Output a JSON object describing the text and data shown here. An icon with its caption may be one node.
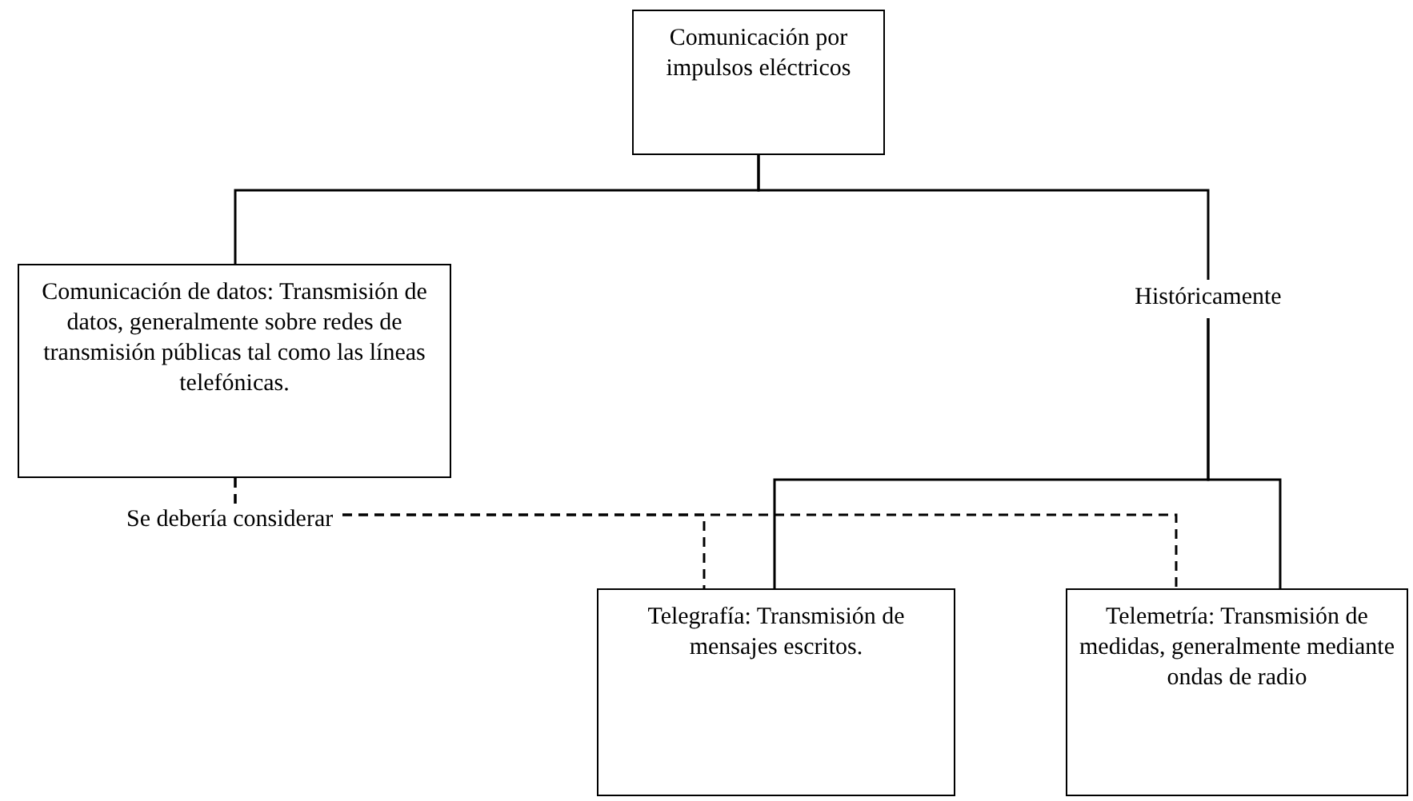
{
  "diagram": {
    "nodes": [
      {
        "text": [
          "Comunicación por impulsos eléctricos"
        ]
      },
      {
        "text": [
          "Comunicación de datos: Transmisión de datos, generalmente sobre redes de transmisión públicas tal como las líneas telefónicas."
        ]
      },
      {
        "text": [
          "Históricamente"
        ]
      },
      {
        "text": [
          "Telegrafía: Transmisión de mensajes escritos."
        ]
      },
      {
        "text": [
          "Telemetría: Transmisión de medidas, generalmente mediante ondas de radio"
        ]
      }
    ],
    "edges": [
      {
        "from": 0,
        "to": 1,
        "arrow": "none"
      },
      {
        "from": 0,
        "to": 2,
        "arrow": "none"
      },
      {
        "from": 2,
        "to": 3,
        "arrow": "none"
      },
      {
        "from": 2,
        "to": 4,
        "arrow": "none"
      },
      {
        "from": 1,
        "to": 3,
        "arrow": "none",
        "style": "dashed",
        "label": "Se debería considerar"
      },
      {
        "from": 1,
        "to": 4,
        "arrow": "none",
        "style": "dashed"
      }
    ]
  }
}
